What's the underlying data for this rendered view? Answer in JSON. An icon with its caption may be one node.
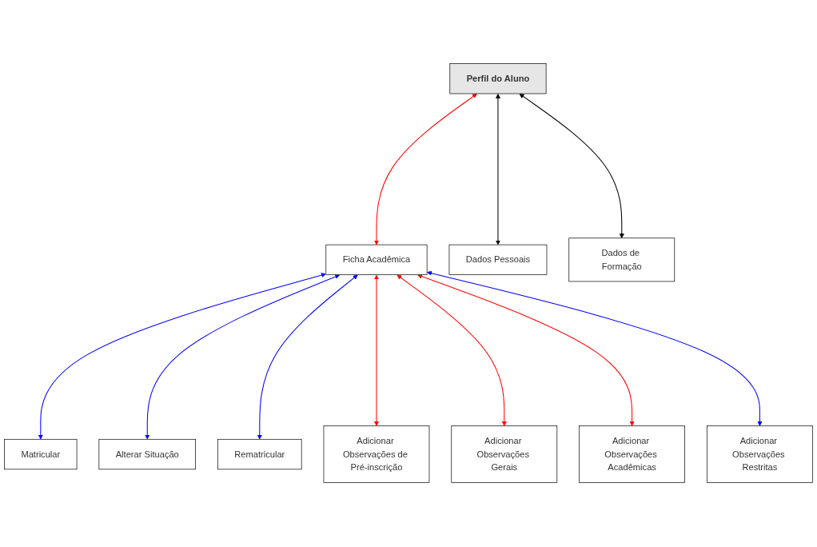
{
  "diagram": {
    "nodes": [
      {
        "text": [
          "Perfil do Aluno"
        ]
      },
      {
        "text": [
          "Dados Pessoais"
        ]
      },
      {
        "text": [
          "Dados de Formação"
        ]
      },
      {
        "text": [
          "Ficha Acadêmica"
        ]
      },
      {
        "text": [
          "Matricular"
        ]
      },
      {
        "text": [
          "Alterar Situação"
        ]
      },
      {
        "text": [
          "Rematricular"
        ]
      },
      {
        "text": [
          "Adicionar Observações de Pré-inscrição"
        ]
      },
      {
        "text": [
          "Adicionar Observações Gerais"
        ]
      },
      {
        "text": [
          "Adicionar Observações Acadêmicas"
        ]
      },
      {
        "text": [
          "Adicionar Observações Restritas"
        ]
      }
    ],
    "edges": [
      {
        "from": 0,
        "to": 1,
        "arrow": "both",
        "color": "#000000"
      },
      {
        "from": 0,
        "to": 2,
        "arrow": "both",
        "color": "#000000"
      },
      {
        "from": 0,
        "to": 3,
        "arrow": "both",
        "color": "#ff0000"
      },
      {
        "from": 3,
        "to": 4,
        "arrow": "both",
        "color": "#0000ff"
      },
      {
        "from": 3,
        "to": 5,
        "arrow": "both",
        "color": "#0000ff"
      },
      {
        "from": 3,
        "to": 6,
        "arrow": "both",
        "color": "#0000ff"
      },
      {
        "from": 3,
        "to": 7,
        "arrow": "both",
        "color": "#ff0000"
      },
      {
        "from": 3,
        "to": 8,
        "arrow": "both",
        "color": "#ff0000"
      },
      {
        "from": 3,
        "to": 9,
        "arrow": "both",
        "color": "#ff0000"
      },
      {
        "from": 3,
        "to": 10,
        "arrow": "both",
        "color": "#0000ff"
      }
    ]
  }
}
